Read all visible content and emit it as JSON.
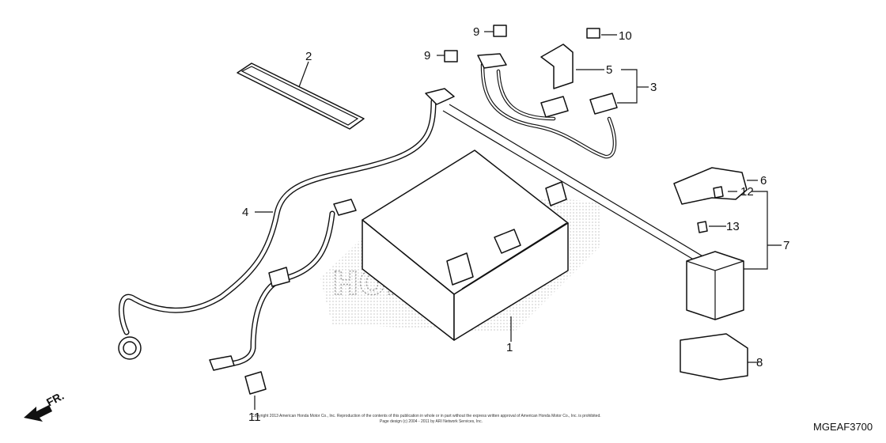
{
  "callouts": {
    "c1": "1",
    "c2": "2",
    "c3": "3",
    "c4": "4",
    "c5": "5",
    "c6": "6",
    "c7": "7",
    "c8": "8",
    "c9a": "9",
    "c9b": "9",
    "c10": "10",
    "c11": "11",
    "c12": "12",
    "c13": "13"
  },
  "watermark": "HONDA",
  "fr_label": "FR.",
  "copyright": {
    "line1": "Copyright 2013 American Honda Motor Co., Inc. Reproduction of the contents of this publication in whole or in part without the express written approval of American Honda Motor Co., Inc. is prohibited.",
    "line2": "Page design (c) 2004 - 2011 by ARI Network Services, Inc."
  },
  "diagram_code": "MGEAF3700"
}
